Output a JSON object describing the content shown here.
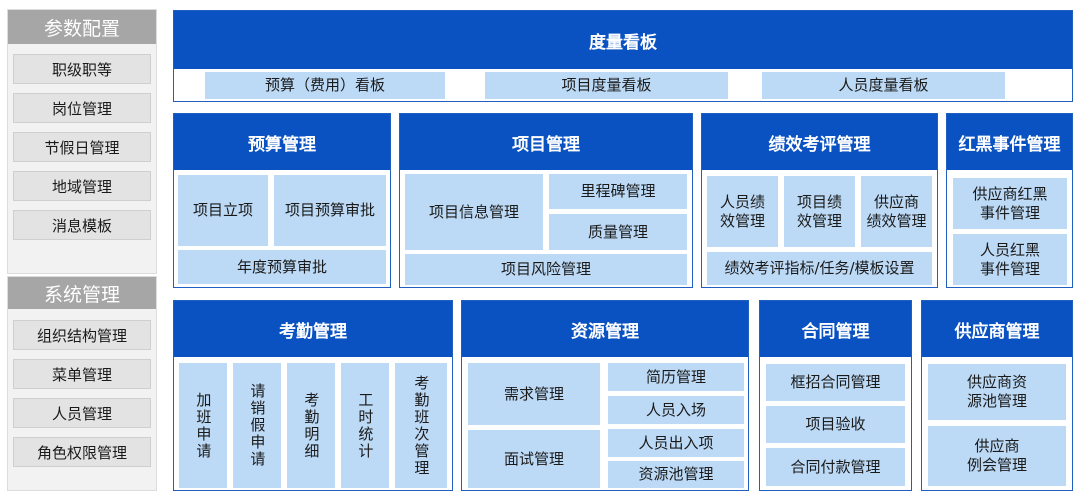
{
  "sidebar": {
    "config": {
      "title": "参数配置",
      "items": [
        "职级职等",
        "岗位管理",
        "节假日管理",
        "地域管理",
        "消息模板"
      ]
    },
    "system": {
      "title": "系统管理",
      "items": [
        "组织结构管理",
        "菜单管理",
        "人员管理",
        "角色权限管理"
      ]
    }
  },
  "dashboard": {
    "title": "度量看板",
    "items": [
      "预算（费用）看板",
      "项目度量看板",
      "人员度量看板"
    ]
  },
  "budget": {
    "title": "预算管理",
    "items": [
      "项目立项",
      "项目预算审批",
      "年度预算审批"
    ]
  },
  "project": {
    "title": "项目管理",
    "items": [
      "项目信息管理",
      "里程碑管理",
      "质量管理",
      "项目风险管理"
    ]
  },
  "performance": {
    "title": "绩效考评管理",
    "items": [
      "人员绩\n效管理",
      "项目绩\n效管理",
      "供应商\n绩效管理",
      "绩效考评指标/任务/模板设置"
    ]
  },
  "redblack": {
    "title": "红黑事件管理",
    "items": [
      "供应商红黑\n事件管理",
      "人员红黑\n事件管理"
    ]
  },
  "attendance": {
    "title": "考勤管理",
    "items": [
      "加班申请",
      "请销假申请",
      "考勤明细",
      "工时统计",
      "考勤班次管理"
    ]
  },
  "resource": {
    "title": "资源管理",
    "items": [
      "需求管理",
      "面试管理",
      "简历管理",
      "人员入场",
      "人员出入项",
      "资源池管理"
    ]
  },
  "contract": {
    "title": "合同管理",
    "items": [
      "框招合同管理",
      "项目验收",
      "合同付款管理"
    ]
  },
  "supplier": {
    "title": "供应商管理",
    "items": [
      "供应商资\n源池管理",
      "供应商\n例会管理"
    ]
  },
  "colors": {
    "header_blue": "#0a52c2",
    "cell_blue": "#bcd9f5",
    "sidebar_header": "#a6a6a6",
    "sidebar_item": "#e3e3e3"
  }
}
